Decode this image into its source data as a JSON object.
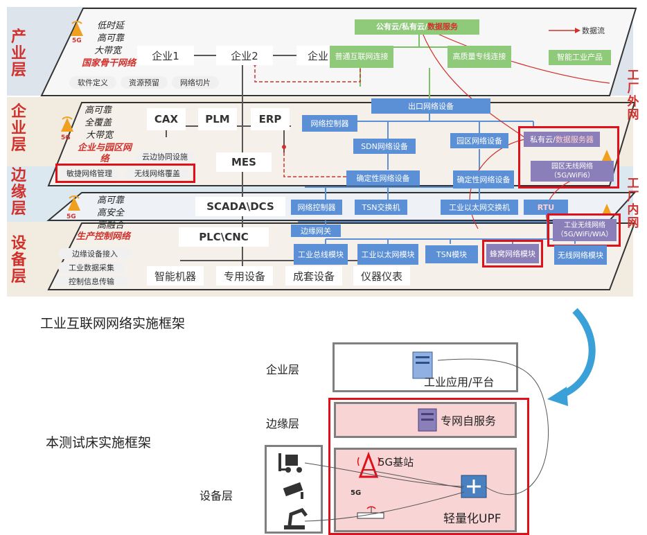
{
  "layers": {
    "industry": [
      "产",
      "业",
      "层"
    ],
    "enterprise": [
      "企",
      "业",
      "层"
    ],
    "edge": [
      "边",
      "缘",
      "层"
    ],
    "device": [
      "设",
      "备",
      "层"
    ]
  },
  "side": {
    "outside": [
      "工",
      "厂",
      "外",
      "网"
    ],
    "inside": [
      "工",
      "厂",
      "内",
      "网"
    ]
  },
  "fivegs": [
    "5G",
    "5G",
    "5G"
  ],
  "industry_layer": {
    "attrs": [
      "低时延",
      "高可靠",
      "大带宽"
    ],
    "national": "国家骨干网络",
    "companies": [
      "企业1",
      "企业2",
      "企业"
    ],
    "pills": [
      "软件定义",
      "资源预留",
      "网络切片"
    ],
    "cloud": {
      "prefix": "公有云/私有云/",
      "highlight": "数据服务"
    },
    "legend": "数据流",
    "green_boxes": [
      "普通互联网连接",
      "高质量专线连接",
      "智能工业产品"
    ]
  },
  "enterprise_layer": {
    "attrs": [
      "高可靠",
      "全覆盖",
      "大带宽"
    ],
    "red_label": "企业与园区网络",
    "systems": [
      "CAX",
      "PLM",
      "ERP"
    ],
    "mes": "MES",
    "pills": [
      "云边协同设施",
      "敏捷网络管理",
      "无线网络覆盖"
    ],
    "exit_device": "出口网络设备",
    "net_controller": "网络控制器",
    "sdn": "SDN网络设备",
    "park_device": "园区网络设备",
    "private_cloud": {
      "prefix": "私有云/",
      "highlight": "数据服务器"
    },
    "park_wireless": "园区无线网络（5G/WiFi6）",
    "deterministic": "确定性网络设备",
    "deterministic2": "确定性网络设备"
  },
  "edge_layer": {
    "attrs": [
      "高可靠",
      "高安全",
      "高融合"
    ],
    "scada": "SCADA\\DCS",
    "net_controller": "网络控制器",
    "tsn_switch": "TSN交换机",
    "eth_switch": "工业以太网交换机",
    "rtu": "RTU",
    "wireless": "工业无线网络（5G/WiFi/WIA）"
  },
  "device_layer": {
    "red_label": "生产控制网络",
    "plc": "PLC\\CNC",
    "gateway": "边缘网关",
    "pills": [
      "边缘设备接入",
      "工业数据采集",
      "控制信息传输"
    ],
    "modules": [
      "工业总线模块",
      "工业以太网模块",
      "TSN模块",
      "蜂窝网络模块",
      "无线网络模块"
    ],
    "devices": [
      "智能机器",
      "专用设备",
      "成套设备",
      "仪器仪表"
    ]
  },
  "caption_top": "工业互联网网络实施框架",
  "caption_bottom": "本测试床实施框架",
  "testbed": {
    "enterprise_label": "企业层",
    "edge_label": "边缘层",
    "device_label": "设备层",
    "app": "工业应用/平台",
    "private_service": "专网自服务",
    "bs": "5G基站",
    "upf": "轻量化UPF",
    "fiveg_small": "5G"
  },
  "colors": {
    "red": "#d0312d",
    "frame_red": "#e0101a",
    "green": "#8fc97a",
    "blue": "#5b8fd6",
    "purple": "#8a7fb8"
  }
}
